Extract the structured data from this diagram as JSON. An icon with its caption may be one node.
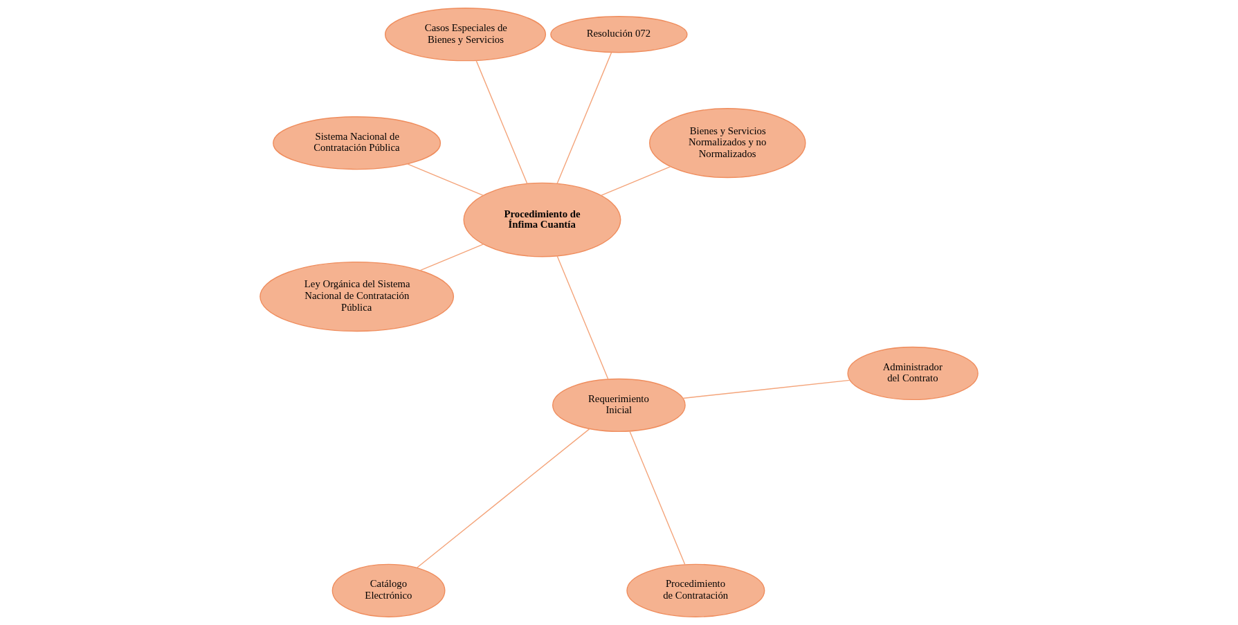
{
  "diagram": {
    "nodes": [
      {
        "text": [
          "Procedimiento de Ínfima Cuantía"
        ]
      },
      {
        "text": [
          "Bienes y Servicios Normalizados y no Normalizados"
        ]
      },
      {
        "text": [
          "Resolución 072"
        ]
      },
      {
        "text": [
          "Casos Especiales de Bienes y Servicios"
        ]
      },
      {
        "text": [
          "Sistema Nacional de Contratación Pública"
        ]
      },
      {
        "text": [
          "Ley Orgánica del Sistema Nacional de Contratación Pública"
        ]
      },
      {
        "text": [
          "Requerimiento Inicial"
        ]
      },
      {
        "text": [
          "Catálogo Electrónico"
        ]
      },
      {
        "text": [
          "Procedimiento de Contratación"
        ]
      },
      {
        "text": [
          "Administrador del Contrato"
        ]
      }
    ],
    "edges": [
      {
        "from": 0,
        "to": 1,
        "arrow": "none"
      },
      {
        "from": 0,
        "to": 2,
        "arrow": "none"
      },
      {
        "from": 0,
        "to": 3,
        "arrow": "none"
      },
      {
        "from": 0,
        "to": 4,
        "arrow": "none"
      },
      {
        "from": 0,
        "to": 5,
        "arrow": "none"
      },
      {
        "from": 0,
        "to": 6,
        "arrow": "none"
      },
      {
        "from": 6,
        "to": 7,
        "arrow": "none"
      },
      {
        "from": 6,
        "to": 8,
        "arrow": "none"
      },
      {
        "from": 6,
        "to": 9,
        "arrow": "none"
      }
    ]
  }
}
